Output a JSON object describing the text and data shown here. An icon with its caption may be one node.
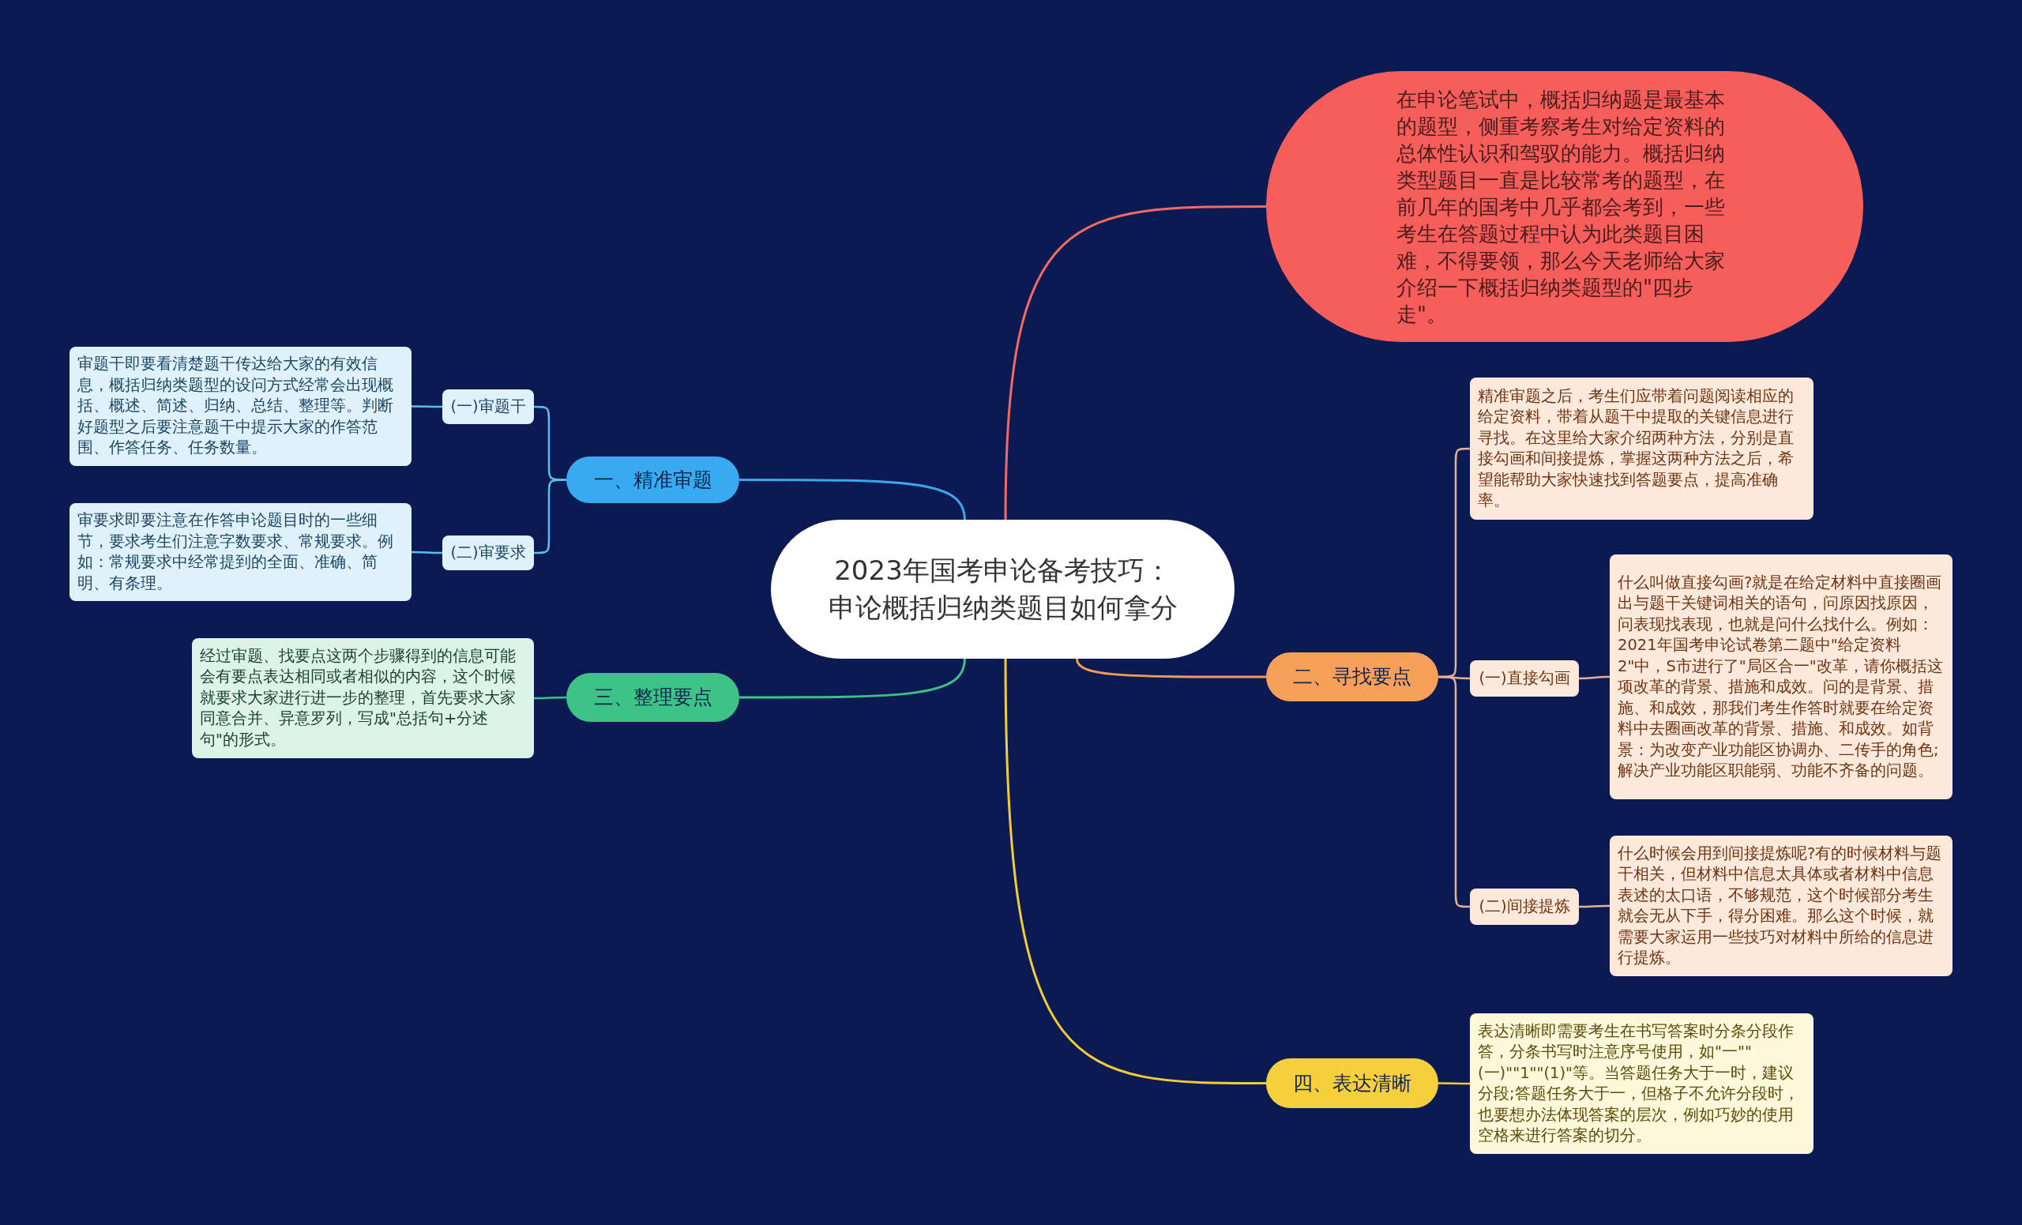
{
  "diagram": {
    "nodes": [
      {
        "text": [
          "2023年国考申论备考技巧：申论概括归纳类题目如何拿分"
        ]
      },
      {
        "text": [
          "在申论笔试中，概括归纳题是最基本的题型，侧重考察考生对给定资料的总体性认识和驾驭的能力。概括归纳类型题目一直是比较常考的题型，在前几年的国考中几乎都会考到，一些考生在答题过程中认为此类题目困难，不得要领，那么今天老师给大家介绍一下概括归纳类题型的\"四步走\"。"
        ]
      },
      {
        "text": [
          "一、精准审题"
        ]
      },
      {
        "text": [
          "(一)审题干"
        ]
      },
      {
        "text": [
          "审题干即要看清楚题干传达给大家的有效信息，概括归纳类题型的设问方式经常会出现概括、概述、简述、归纳、总结、整理等。判断好题型之后要注意题干中提示大家的作答范围、作答任务、任务数量。"
        ]
      },
      {
        "text": [
          "(二)审要求"
        ]
      },
      {
        "text": [
          "审要求即要注意在作答申论题目时的一些细节，要求考生们注意字数要求、常规要求。例如：常规要求中经常提到的全面、准确、简明、有条理。"
        ]
      },
      {
        "text": [
          "二、寻找要点"
        ]
      },
      {
        "text": [
          "精准审题之后，考生们应带着问题阅读相应的给定资料，带着从题干中提取的关键信息进行寻找。在这里给大家介绍两种方法，分别是直接勾画和间接提炼，掌握这两种方法之后，希望能帮助大家快速找到答题要点，提高准确率。"
        ]
      },
      {
        "text": [
          "(一)直接勾画"
        ]
      },
      {
        "text": [
          "什么叫做直接勾画?就是在给定材料中直接圈画出与题干关键词相关的语句，问原因找原因，问表现找表现，也就是问什么找什么。例如：2021年国考申论试卷第二题中\"给定资料2\"中，S市进行了\"局区合一\"改革，请你概括这项改革的背景、措施和成效。问的是背景、措施、和成效，那我们考生作答时就要在给定资料中去圈画改革的背景、措施、和成效。如背景：为改变产业功能区协调办、二传手的角色;解决产业功能区职能弱、功能不齐备的问题。"
        ]
      },
      {
        "text": [
          "(二)间接提炼"
        ]
      },
      {
        "text": [
          "什么时候会用到间接提炼呢?有的时候材料与题干相关，但材料中信息太具体或者材料中信息表述的太口语，不够规范，这个时候部分考生就会无从下手，得分困难。那么这个时候，就需要大家运用一些技巧对材料中所给的信息进行提炼。"
        ]
      },
      {
        "text": [
          "三、整理要点"
        ]
      },
      {
        "text": [
          "经过审题、找要点这两个步骤得到的信息可能会有要点表达相同或者相似的内容，这个时候就要求大家进行进一步的整理，首先要求大家同意合并、异意罗列，写成\"总括句+分述句\"的形式。"
        ]
      },
      {
        "text": [
          "四、表达清晰"
        ]
      },
      {
        "text": [
          "表达清晰即需要考生在书写答案时分条分段作答，分条书写时注意序号使用，如\"一\"\"(一)\"\"1\"\"(1)\"等。当答题任务大于一时，建议分段;答题任务大于一，但格子不允许分段时，也要想办法体现答案的层次，例如巧妙的使用空格来进行答案的切分。"
        ]
      }
    ],
    "edges": [
      {
        "from": 0,
        "to": 1,
        "arrow": "none",
        "color": "#f26b63"
      },
      {
        "from": 0,
        "to": 2,
        "arrow": "none",
        "color": "#3ba8ea"
      },
      {
        "from": 2,
        "to": 3,
        "arrow": "none",
        "color": "#5cbde8"
      },
      {
        "from": 3,
        "to": 4,
        "arrow": "none",
        "color": "#5cbde8"
      },
      {
        "from": 2,
        "to": 5,
        "arrow": "none",
        "color": "#5cbde8"
      },
      {
        "from": 5,
        "to": 6,
        "arrow": "none",
        "color": "#5cbde8"
      },
      {
        "from": 0,
        "to": 7,
        "arrow": "none",
        "color": "#f79a52"
      },
      {
        "from": 7,
        "to": 8,
        "arrow": "none",
        "color": "#e2b094"
      },
      {
        "from": 7,
        "to": 9,
        "arrow": "none",
        "color": "#e2b094"
      },
      {
        "from": 9,
        "to": 10,
        "arrow": "none",
        "color": "#e2b094"
      },
      {
        "from": 7,
        "to": 11,
        "arrow": "none",
        "color": "#e2b094"
      },
      {
        "from": 11,
        "to": 12,
        "arrow": "none",
        "color": "#e2b094"
      },
      {
        "from": 0,
        "to": 13,
        "arrow": "none",
        "color": "#3cc283"
      },
      {
        "from": 13,
        "to": 14,
        "arrow": "none",
        "color": "#3cc283"
      },
      {
        "from": 0,
        "to": 15,
        "arrow": "none",
        "color": "#f2cc36"
      },
      {
        "from": 15,
        "to": 16,
        "arrow": "none",
        "color": "#f2cc36"
      }
    ]
  }
}
